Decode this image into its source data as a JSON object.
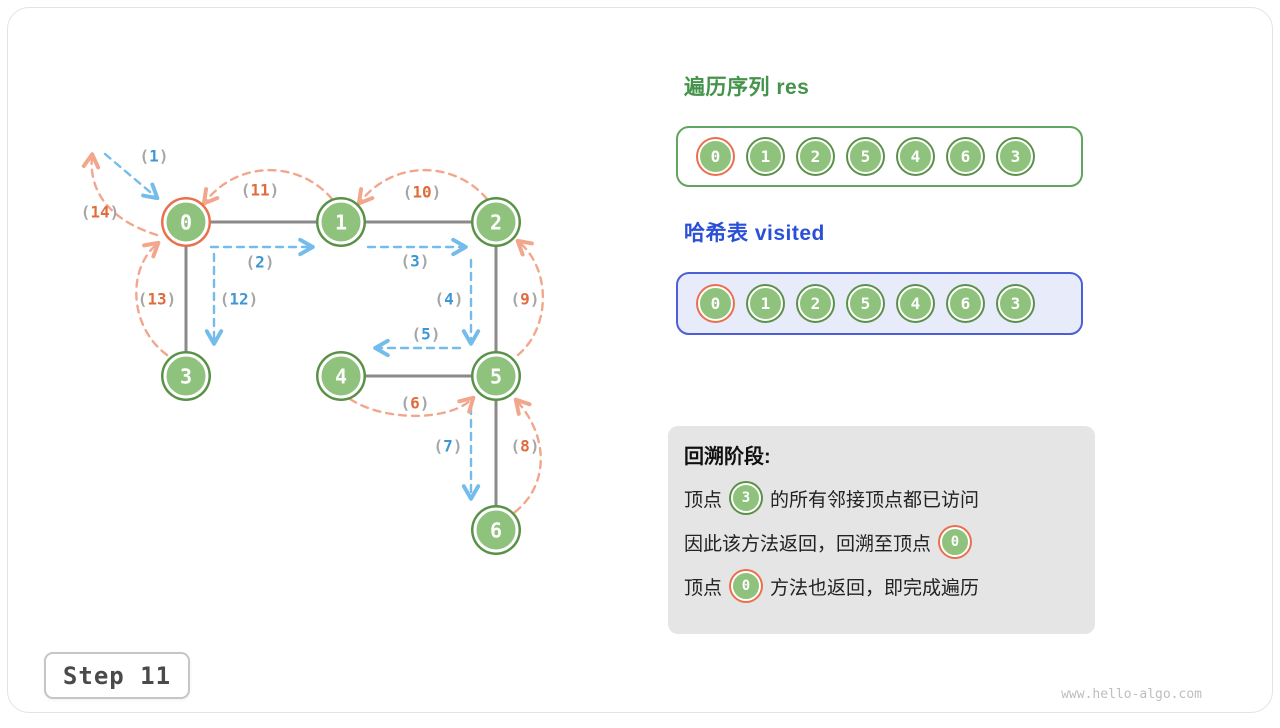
{
  "page": {
    "step_label": "Step 11",
    "watermark": "www.hello-algo.com"
  },
  "colors": {
    "edge": "#8a8a8a",
    "node_fill": "#8FC27D",
    "node_ring": "#5A9148",
    "highlight_ring": "#E96F4D",
    "fwd": "#74BCE9",
    "fwd_num": "#3E97D4",
    "bck": "#F2A78C",
    "bck_num": "#E06B3C",
    "res_title": "#44934A",
    "res_border": "#63A45E",
    "visited_title": "#2B50D8",
    "visited_border": "#4B5FD6",
    "visited_bg": "#E8EBFA",
    "info_bg": "#E5E5E5"
  },
  "graph": {
    "punct": {
      "open": "(",
      "close": ")"
    },
    "nodes": [
      {
        "label": "0",
        "highlight": true
      },
      {
        "label": "1",
        "highlight": false
      },
      {
        "label": "2",
        "highlight": false
      },
      {
        "label": "3",
        "highlight": false
      },
      {
        "label": "4",
        "highlight": false
      },
      {
        "label": "5",
        "highlight": false
      },
      {
        "label": "6",
        "highlight": false
      }
    ],
    "arrow_labels": [
      {
        "num": "1",
        "kind": "forward"
      },
      {
        "num": "2",
        "kind": "forward"
      },
      {
        "num": "3",
        "kind": "forward"
      },
      {
        "num": "4",
        "kind": "forward"
      },
      {
        "num": "5",
        "kind": "forward"
      },
      {
        "num": "6",
        "kind": "backtrack"
      },
      {
        "num": "7",
        "kind": "forward"
      },
      {
        "num": "8",
        "kind": "backtrack"
      },
      {
        "num": "9",
        "kind": "backtrack"
      },
      {
        "num": "10",
        "kind": "backtrack"
      },
      {
        "num": "11",
        "kind": "backtrack"
      },
      {
        "num": "12",
        "kind": "forward"
      },
      {
        "num": "13",
        "kind": "backtrack"
      },
      {
        "num": "14",
        "kind": "backtrack"
      }
    ]
  },
  "res_panel": {
    "title": "遍历序列 res",
    "values": [
      "0",
      "1",
      "2",
      "5",
      "4",
      "6",
      "3"
    ],
    "highlight_index": 0
  },
  "visited_panel": {
    "title": "哈希表 visited",
    "values": [
      "0",
      "1",
      "2",
      "5",
      "4",
      "6",
      "3"
    ],
    "highlight_index": 0
  },
  "info_box": {
    "title": "回溯阶段:",
    "lines": [
      {
        "segments": [
          {
            "t": "text",
            "v": "顶点"
          },
          {
            "t": "node",
            "v": "3",
            "highlight": false
          },
          {
            "t": "text",
            "v": "的所有邻接顶点都已访问"
          }
        ]
      },
      {
        "segments": [
          {
            "t": "text",
            "v": "因此该方法返回，回溯至顶点"
          },
          {
            "t": "node",
            "v": "0",
            "highlight": true
          }
        ]
      },
      {
        "segments": [
          {
            "t": "text",
            "v": "顶点"
          },
          {
            "t": "node",
            "v": "0",
            "highlight": true
          },
          {
            "t": "text",
            "v": "方法也返回，即完成遍历"
          }
        ]
      }
    ]
  }
}
